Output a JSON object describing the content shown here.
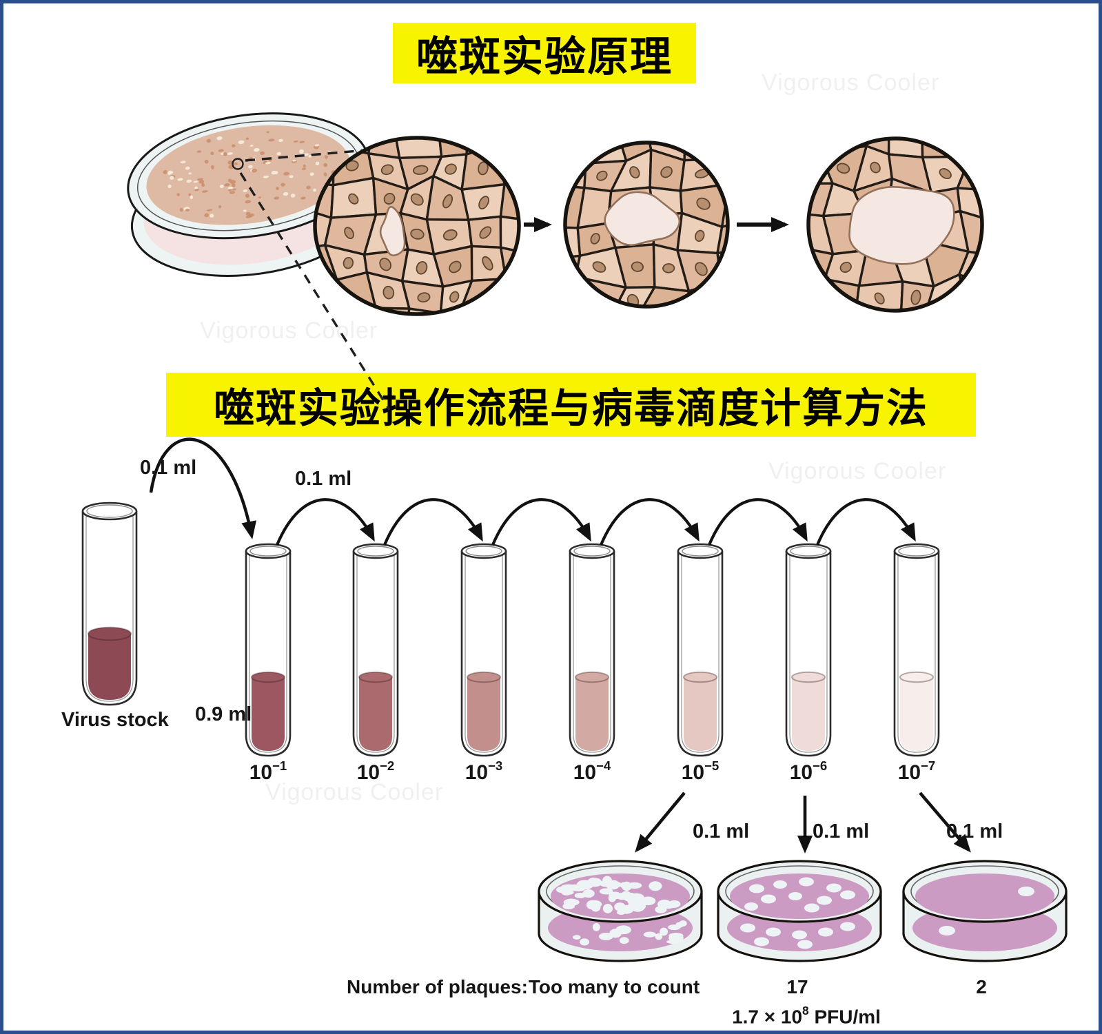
{
  "frame": {
    "border_color": "#2d4e8e"
  },
  "titles": {
    "highlight_color": "#f8f400",
    "principle": "噬斑实验原理",
    "procedure": "噬斑实验操作流程与病毒滴度计算方法"
  },
  "watermark": {
    "text": "Vigorous Cooler"
  },
  "procedure_diagram": {
    "stock_label": "Virus stock",
    "diluent_volume": "0.9 ml",
    "transfers": [
      "0.1 ml",
      "0.1 ml",
      "0.1 ml",
      "0.1 ml",
      "0.1 ml"
    ],
    "dilutions": [
      {
        "base": "10",
        "exp": "−1"
      },
      {
        "base": "10",
        "exp": "−2"
      },
      {
        "base": "10",
        "exp": "−3"
      },
      {
        "base": "10",
        "exp": "−4"
      },
      {
        "base": "10",
        "exp": "−5"
      },
      {
        "base": "10",
        "exp": "−6"
      },
      {
        "base": "10",
        "exp": "−7"
      }
    ],
    "results": {
      "row_label": "Number of plaques:",
      "counts": [
        "Too many to count",
        "17",
        "2"
      ],
      "titer_prefix": "1.7 × 10",
      "titer_exponent": "8",
      "titer_suffix": " PFU/ml"
    },
    "liquid_colors": {
      "stock": "#8d4a54",
      "dilutions": [
        "#9c5761",
        "#ab6a6e",
        "#c28f8c",
        "#d3aaa3",
        "#e4c8c1",
        "#efdcd8",
        "#f7edeb"
      ]
    },
    "plate_medium_color": "#cb9bc3",
    "plate_glass_color": "#ebf1f1"
  },
  "principle_diagram": {
    "cell_color": "#e3c0a8",
    "nucleus_color": "#b68f70",
    "plaque_color": "#f5e7e2",
    "agar_color": "#debaa4"
  }
}
